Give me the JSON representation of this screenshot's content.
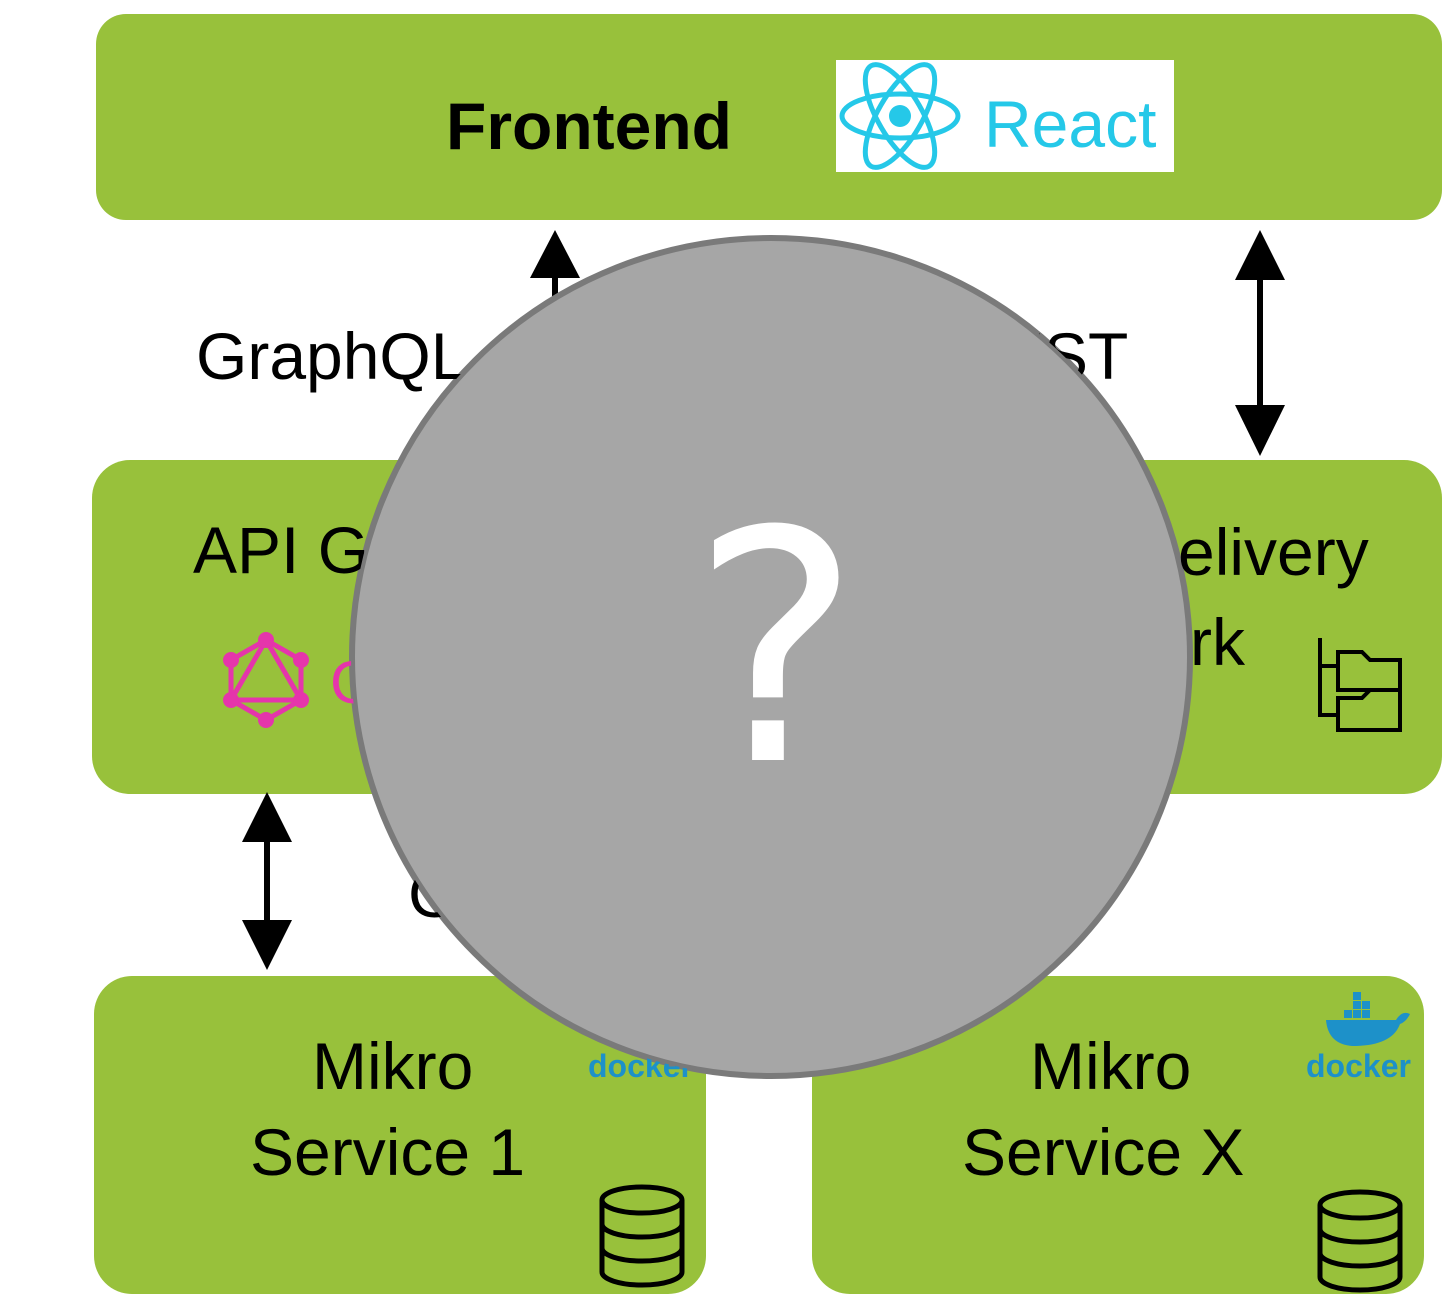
{
  "frontend": {
    "title": "Frontend",
    "logo_text": "React",
    "logo_color": "#25c8e8"
  },
  "labels": {
    "graphql": "GraphQL",
    "rest_partial": "EST",
    "bottom_partial": "G"
  },
  "api_gateway": {
    "title_partial": "API G",
    "logo_text_partial": "G",
    "logo_color": "#e535ab"
  },
  "content_delivery": {
    "line1_partial": "elivery",
    "line2_partial": "rk"
  },
  "services": [
    {
      "line1": "Mikro",
      "line2": "Service 1",
      "docker_label": "docker"
    },
    {
      "line1": "Mikro",
      "line2": "Service X",
      "docker_label": "docker"
    }
  ],
  "overlay": {
    "symbol": "?"
  },
  "colors": {
    "box_green": "#98c13b",
    "docker_blue": "#1d91c9",
    "overlay_gray": "#a6a6a6"
  }
}
